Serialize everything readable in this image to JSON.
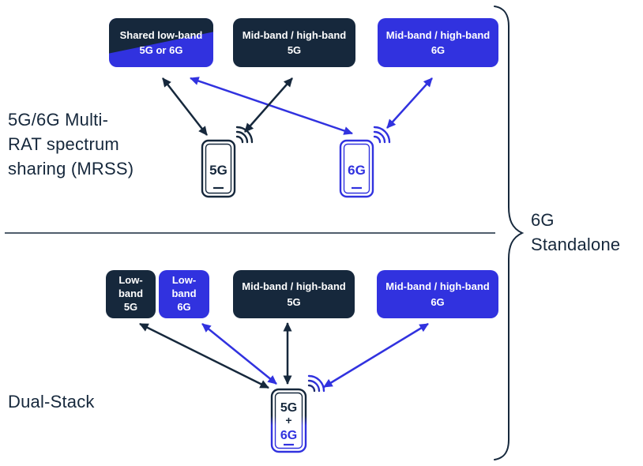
{
  "colors": {
    "navy": "#16283C",
    "blue": "#3132DF",
    "background": "#FFFFFF"
  },
  "labels": {
    "mrss_title": "5G/6G Multi-\nRAT spectrum\nsharing (MRSS)",
    "dual_stack_title": "Dual-Stack",
    "standalone_title": "6G\nStandalone"
  },
  "top_section": {
    "boxes": [
      {
        "id": "shared-low-band",
        "label": "Shared low-band\n5G or 6G",
        "style": "split-navy-blue"
      },
      {
        "id": "mid-high-band-5g",
        "label": "Mid-band / high-band\n5G",
        "style": "navy"
      },
      {
        "id": "mid-high-band-6g",
        "label": "Mid-band / high-band\n6G",
        "style": "blue"
      }
    ],
    "phones": [
      {
        "id": "phone-5g",
        "label": "5G",
        "color": "navy"
      },
      {
        "id": "phone-6g",
        "label": "6G",
        "color": "blue"
      }
    ]
  },
  "bottom_section": {
    "boxes": [
      {
        "id": "low-band-5g",
        "label": "Low-\nband\n5G",
        "style": "navy"
      },
      {
        "id": "low-band-6g",
        "label": "Low-\nband\n6G",
        "style": "blue"
      },
      {
        "id": "mid-high-band-5g",
        "label": "Mid-band / high-band\n5G",
        "style": "navy"
      },
      {
        "id": "mid-high-band-6g",
        "label": "Mid-band / high-band\n6G",
        "style": "blue"
      }
    ],
    "phone": {
      "id": "phone-5g-plus-6g",
      "labels": [
        "5G",
        "+",
        "6G"
      ]
    }
  }
}
